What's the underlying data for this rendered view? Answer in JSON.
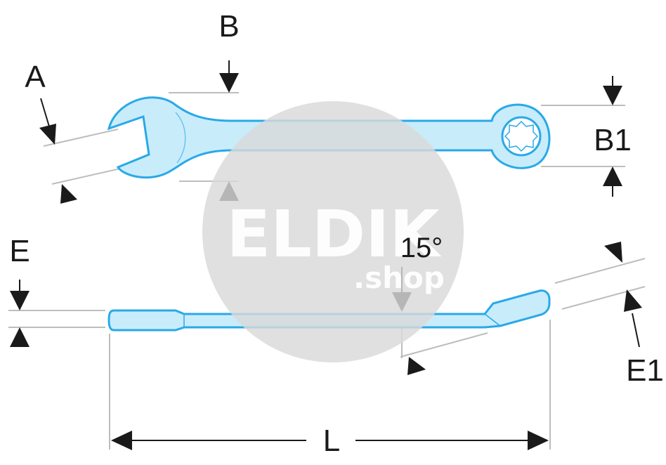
{
  "labels": {
    "a": "A",
    "b": "B",
    "b1": "B1",
    "e": "E",
    "e1": "E1",
    "l": "L",
    "angle": "15°"
  },
  "watermark": {
    "brand": "ELDIK",
    "suffix": ".shop",
    "color": "#d9d9d9"
  },
  "colors": {
    "wrench_fill": "#c9ecfb",
    "wrench_stroke": "#29a9e8",
    "dimension": "#1a1a1a",
    "extension_line": "#bdbdbd"
  }
}
